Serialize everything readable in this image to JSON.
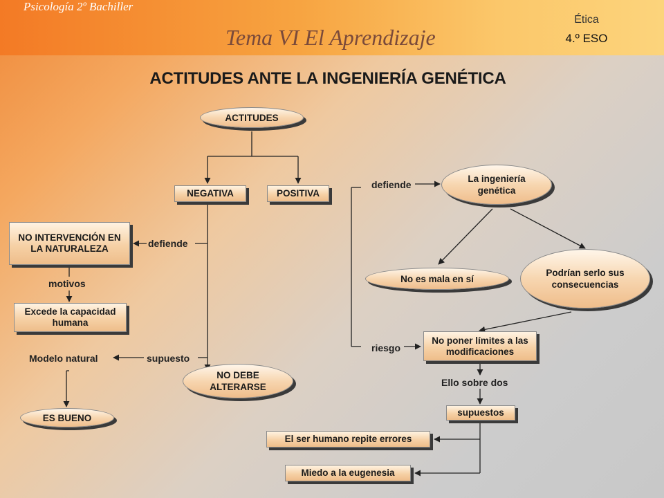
{
  "header": {
    "course": "Psicología 2º Bachiller",
    "topic": "Tema VI  El Aprendizaje",
    "subject": "Ética",
    "level": "4.º ESO"
  },
  "title": "ACTITUDES ANTE LA INGENIERÍA GENÉTICA",
  "nodes": {
    "actitudes": "ACTITUDES",
    "negativa": "NEGATIVA",
    "positiva": "POSITIVA",
    "no_intervencion": "NO INTERVENCIÓN EN LA NATURALEZA",
    "excede": "Excede la capacidad humana",
    "no_debe": "NO DEBE ALTERARSE",
    "es_bueno": "ES BUENO",
    "ingenieria": "La ingeniería genética",
    "no_mala": "No es mala en sí",
    "podrian": "Podrían serlo sus consecuencias",
    "no_poner": "No poner límites a las modificaciones",
    "supuestos": "supuestos",
    "repite": "El ser humano repite errores",
    "miedo": "Miedo a la eugenesia"
  },
  "labels": {
    "defiende_left": "defiende",
    "motivos": "motivos",
    "modelo_natural": "Modelo natural",
    "supuesto": "supuesto",
    "defiende_right": "defiende",
    "riesgo": "riesgo",
    "ello": "Ello sobre dos"
  },
  "colors": {
    "header_start": "#f37a25",
    "header_end": "#fcd47c",
    "node_fill": "#f6d1a6",
    "line": "#222222"
  }
}
